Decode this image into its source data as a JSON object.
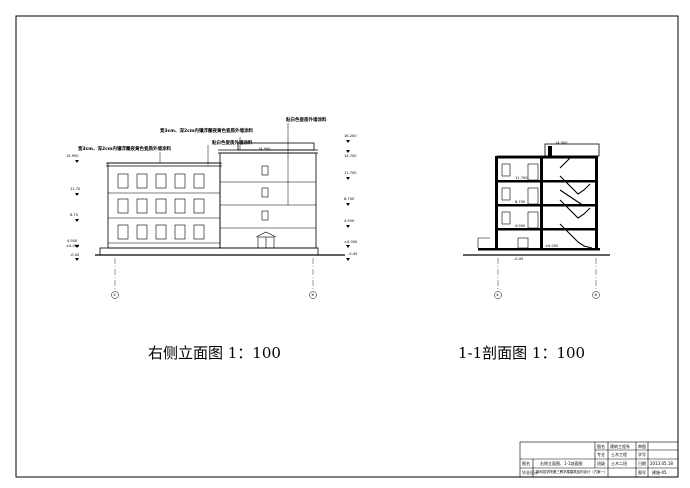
{
  "drawing": {
    "elevation_title": "右侧立面图  1：100",
    "section_title": "1-1剖面图  1：100"
  },
  "elevation": {
    "notes": [
      "贴白色瓷质外墙涂料",
      "宽3cm、深2cm内镶浮雕夜黄色瓷质外墙涂料",
      "贴白色瓷质外墙涂料",
      "宽3cm、深2cm内镶浮雕夜黄色瓷质外墙涂料"
    ],
    "levels_left": [
      "15.900",
      "11.70",
      "8.70",
      "4.950",
      "±0.000",
      "-0.45"
    ],
    "levels_right": [
      "16.200",
      "14.700",
      "11.700",
      "8.700",
      "4.950",
      "±0.000",
      "-0.45"
    ],
    "roof_level": "14.900",
    "axis_left": "①",
    "axis_right": "⑧"
  },
  "section": {
    "levels": [
      "14.900",
      "11.700",
      "8.700",
      "4.950",
      "±0.000",
      "-0.45"
    ],
    "axis_left": "④",
    "axis_right": "⑧"
  },
  "title_block": {
    "r1": [
      "图名",
      "建筑工程系",
      "审图",
      ""
    ],
    "r2": [
      "专业",
      "土木工程",
      "学号",
      ""
    ],
    "r3": [
      "班级",
      "土木二班",
      "日期",
      "2013.05.18"
    ],
    "project_label": "图名",
    "project_value": "右侧立面图、1-1剖面图",
    "design_label": "毕业设计",
    "design_value": "某科技学院第三教学楼建筑结构设计（方案一）",
    "sheet_label": "图号",
    "sheet_value": "建施-05"
  }
}
